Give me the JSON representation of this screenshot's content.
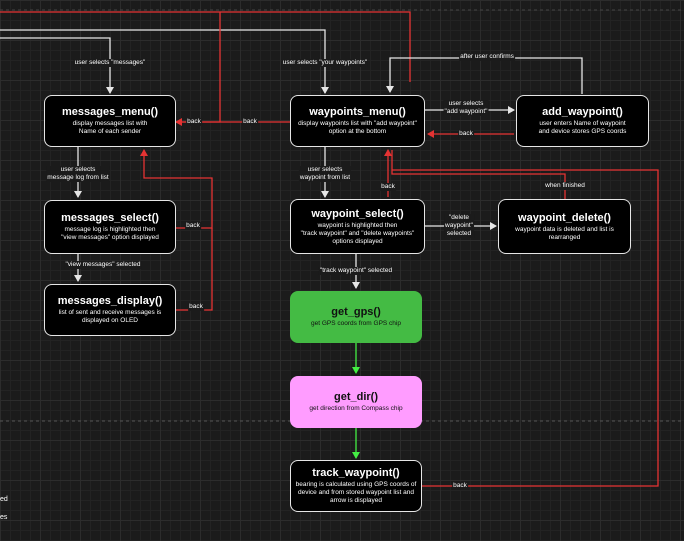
{
  "nodes": {
    "messages_menu": {
      "title": "messages_menu()",
      "desc": [
        "display messages list with",
        "Name of each sender"
      ]
    },
    "messages_select": {
      "title": "messages_select()",
      "desc": [
        "message log is highlighted then",
        "\"view messages\" option displayed"
      ]
    },
    "messages_display": {
      "title": "messages_display()",
      "desc": [
        "list of sent and receive messages is",
        "displayed on OLED"
      ]
    },
    "waypoints_menu": {
      "title": "waypoints_menu()",
      "desc": [
        "display waypoints list with \"add waypoint\"",
        "option at the bottom"
      ]
    },
    "add_waypoint": {
      "title": "add_waypoint()",
      "desc": [
        "user enters Name of waypoint",
        "and device stores GPS coords"
      ]
    },
    "waypoint_select": {
      "title": "waypoint_select()",
      "desc": [
        "waypoint is highlighted then",
        "\"track waypoint\" and \"delete waypoints\"",
        "options displayed"
      ]
    },
    "waypoint_delete": {
      "title": "waypoint_delete()",
      "desc": [
        "waypoint data is deleted and list is",
        "rearranged"
      ]
    },
    "get_gps": {
      "title": "get_gps()",
      "desc": [
        "get GPS coords from GPS chip"
      ]
    },
    "get_dir": {
      "title": "get_dir()",
      "desc": [
        "get direction from Compass chip"
      ]
    },
    "track_waypoint": {
      "title": "track_waypoint()",
      "desc": [
        "bearing is calculated using GPS coords of",
        "device and from stored waypoint list and",
        "arrow is displayed"
      ]
    }
  },
  "edge_labels": {
    "user_selects_messages": "user selects \"messages\"",
    "user_selects_waypoints": "user selects \"your waypoints\"",
    "after_user_confirms": "after user confirms",
    "user_selects_add": [
      "user selects",
      "\"add waypoint\""
    ],
    "back_add": "back",
    "back_messages_menu": "back",
    "back_waypoints_menu": "back",
    "user_selects_message_log": [
      "user selects",
      "message log from list"
    ],
    "user_selects_waypoint": [
      "user selects",
      "waypoint from list"
    ],
    "back_messages_select": "back",
    "back_waypoint_select": "back",
    "delete_waypoint_selected": [
      "\"delete",
      "waypoint\"",
      "selected"
    ],
    "when_finished": "when finished",
    "view_messages_selected": "\"view messages\" selected",
    "back_messages_display": "back",
    "track_waypoint_selected": "\"track waypoint\" selected",
    "back_track": "back"
  },
  "left_edge_fragments": [
    "ed",
    "es"
  ],
  "colors": {
    "white_edge": "#e6e6e6",
    "red_edge": "#e53333",
    "green_edge": "#44ee44",
    "gps_fill": "#44bb44",
    "dir_fill": "#ff9cff"
  }
}
